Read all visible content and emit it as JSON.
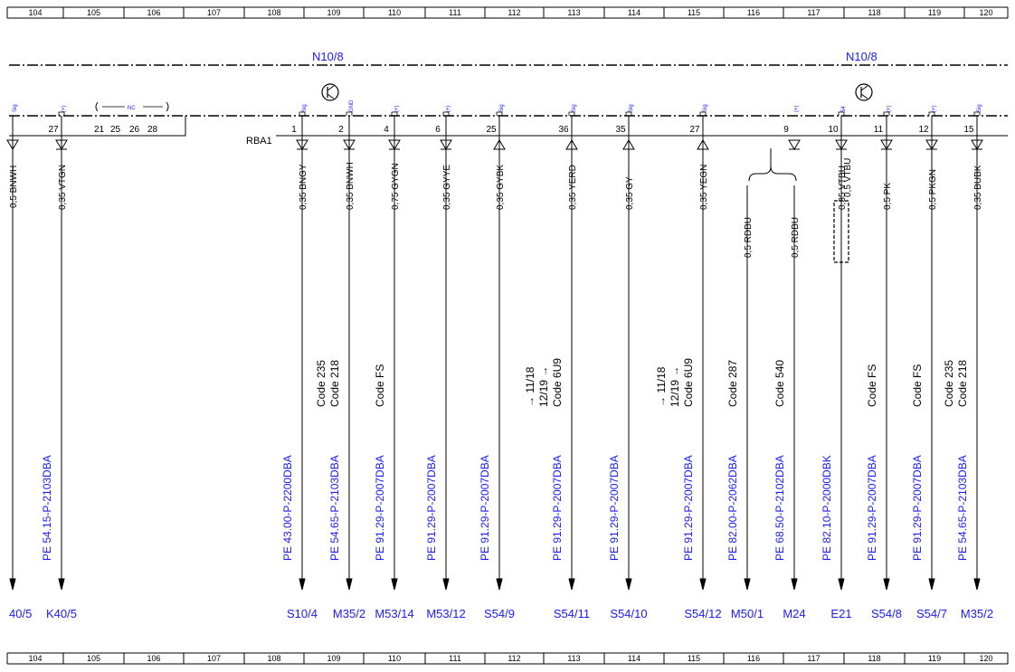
{
  "ruler": {
    "columns": [
      "104",
      "105",
      "106",
      "107",
      "108",
      "109",
      "110",
      "111",
      "112",
      "113",
      "114",
      "115",
      "116",
      "117",
      "118",
      "119",
      "120"
    ]
  },
  "titles": [
    "N10/8",
    "N10/8"
  ],
  "connector": {
    "label": "RBA1",
    "nc_label": "NC",
    "nc_pins": [
      "21",
      "25",
      "26",
      "28"
    ]
  },
  "wires": [
    {
      "id": "w1",
      "pin": "",
      "sig": "Sig",
      "color": "0,5 BNWH",
      "arrow": "down",
      "pe": "",
      "dest": "40/5",
      "codes": []
    },
    {
      "id": "w2",
      "pin": "27",
      "sig": "(+)",
      "color": "0,35 VTGN",
      "arrow": "down",
      "pe": "PE 54.15-P-2103DBA",
      "dest": "K40/5",
      "codes": []
    },
    {
      "id": "w3",
      "pin": "1",
      "sig": "Sig",
      "color": "0,35 BNGY",
      "arrow": "down",
      "pe": "PE 43.00-P-2200DBA",
      "dest": "S10/4",
      "codes": []
    },
    {
      "id": "w4",
      "pin": "2",
      "sig": "GND",
      "color": "0,35 BNWH",
      "arrow": "down",
      "pe": "PE 54.65-P-2103DBA",
      "dest": "M35/2",
      "codes": [
        "Code 235",
        "Code 218"
      ]
    },
    {
      "id": "w5",
      "pin": "4",
      "sig": "(+)",
      "color": "0,75 GYGN",
      "arrow": "down",
      "pe": "PE 91.29-P-2007DBA",
      "dest": "M53/14",
      "codes": [
        "Code FS"
      ]
    },
    {
      "id": "w6",
      "pin": "6",
      "sig": "(+)",
      "color": "0,35 GYYE",
      "arrow": "down",
      "pe": "PE 91.29-P-2007DBA",
      "dest": "M53/12",
      "codes": []
    },
    {
      "id": "w7",
      "pin": "25",
      "sig": "Sig",
      "color": "0,35 GYBK",
      "arrow": "up",
      "pe": "PE 91.29-P-2007DBA",
      "dest": "S54/9",
      "codes": []
    },
    {
      "id": "w8",
      "pin": "36",
      "sig": "Sig",
      "color": "0,35 YERD",
      "arrow": "up",
      "pe": "PE 91.29-P-2007DBA",
      "dest": "S54/11",
      "codes": [
        "→ 11/18",
        "12/19 →",
        "Code 6U9"
      ]
    },
    {
      "id": "w9",
      "pin": "35",
      "sig": "Sig",
      "color": "0,35 GY",
      "arrow": "up",
      "pe": "PE 91.29-P-2007DBA",
      "dest": "S54/10",
      "codes": []
    },
    {
      "id": "w10",
      "pin": "27",
      "sig": "Sig",
      "color": "0,35 YEGN",
      "arrow": "up",
      "pe": "PE 91.29-P-2007DBA",
      "dest": "S54/12",
      "codes": [
        "→ 11/18",
        "12/19 →",
        "Code 6U9"
      ]
    },
    {
      "id": "w11",
      "pin": "",
      "sig": "",
      "color": "0,5 RDBU",
      "arrow": "down",
      "pe": "PE 82.00-P-2062DBA",
      "dest": "M50/1",
      "codes": [
        "Code 287"
      ]
    },
    {
      "id": "w12",
      "pin": "9",
      "sig": "(+)",
      "color": "0,5 RDBU",
      "arrow": "down",
      "pe": "PE 68.50-P-2102DBA",
      "dest": "M24",
      "codes": [
        "Code 540"
      ]
    },
    {
      "id": "w13",
      "pin": "10",
      "sig": "54",
      "color": "0,35 VTBU",
      "color2": "0,5 VTBU",
      "arrow": "down",
      "pe": "PE 82.10-P-2000DBK",
      "dest": "E21",
      "codes": []
    },
    {
      "id": "w14",
      "pin": "11",
      "sig": "(+)",
      "color": "0,5 PK",
      "arrow": "down",
      "pe": "PE 91.29-P-2007DBA",
      "dest": "S54/8",
      "codes": [
        "Code FS"
      ]
    },
    {
      "id": "w15",
      "pin": "12",
      "sig": "(+)",
      "color": "0,5 PKGN",
      "arrow": "down",
      "pe": "PE 91.29-P-2007DBA",
      "dest": "S54/7",
      "codes": [
        "Code FS"
      ]
    },
    {
      "id": "w16",
      "pin": "15",
      "sig": "Sig",
      "color": "0,35 BUBK",
      "arrow": "down",
      "pe": "PE 54.65-P-2103DBA",
      "dest": "M35/2",
      "codes": [
        "Code 235",
        "Code 218"
      ]
    }
  ],
  "colors": {
    "blue": "#1a1aff",
    "line": "#000000"
  }
}
